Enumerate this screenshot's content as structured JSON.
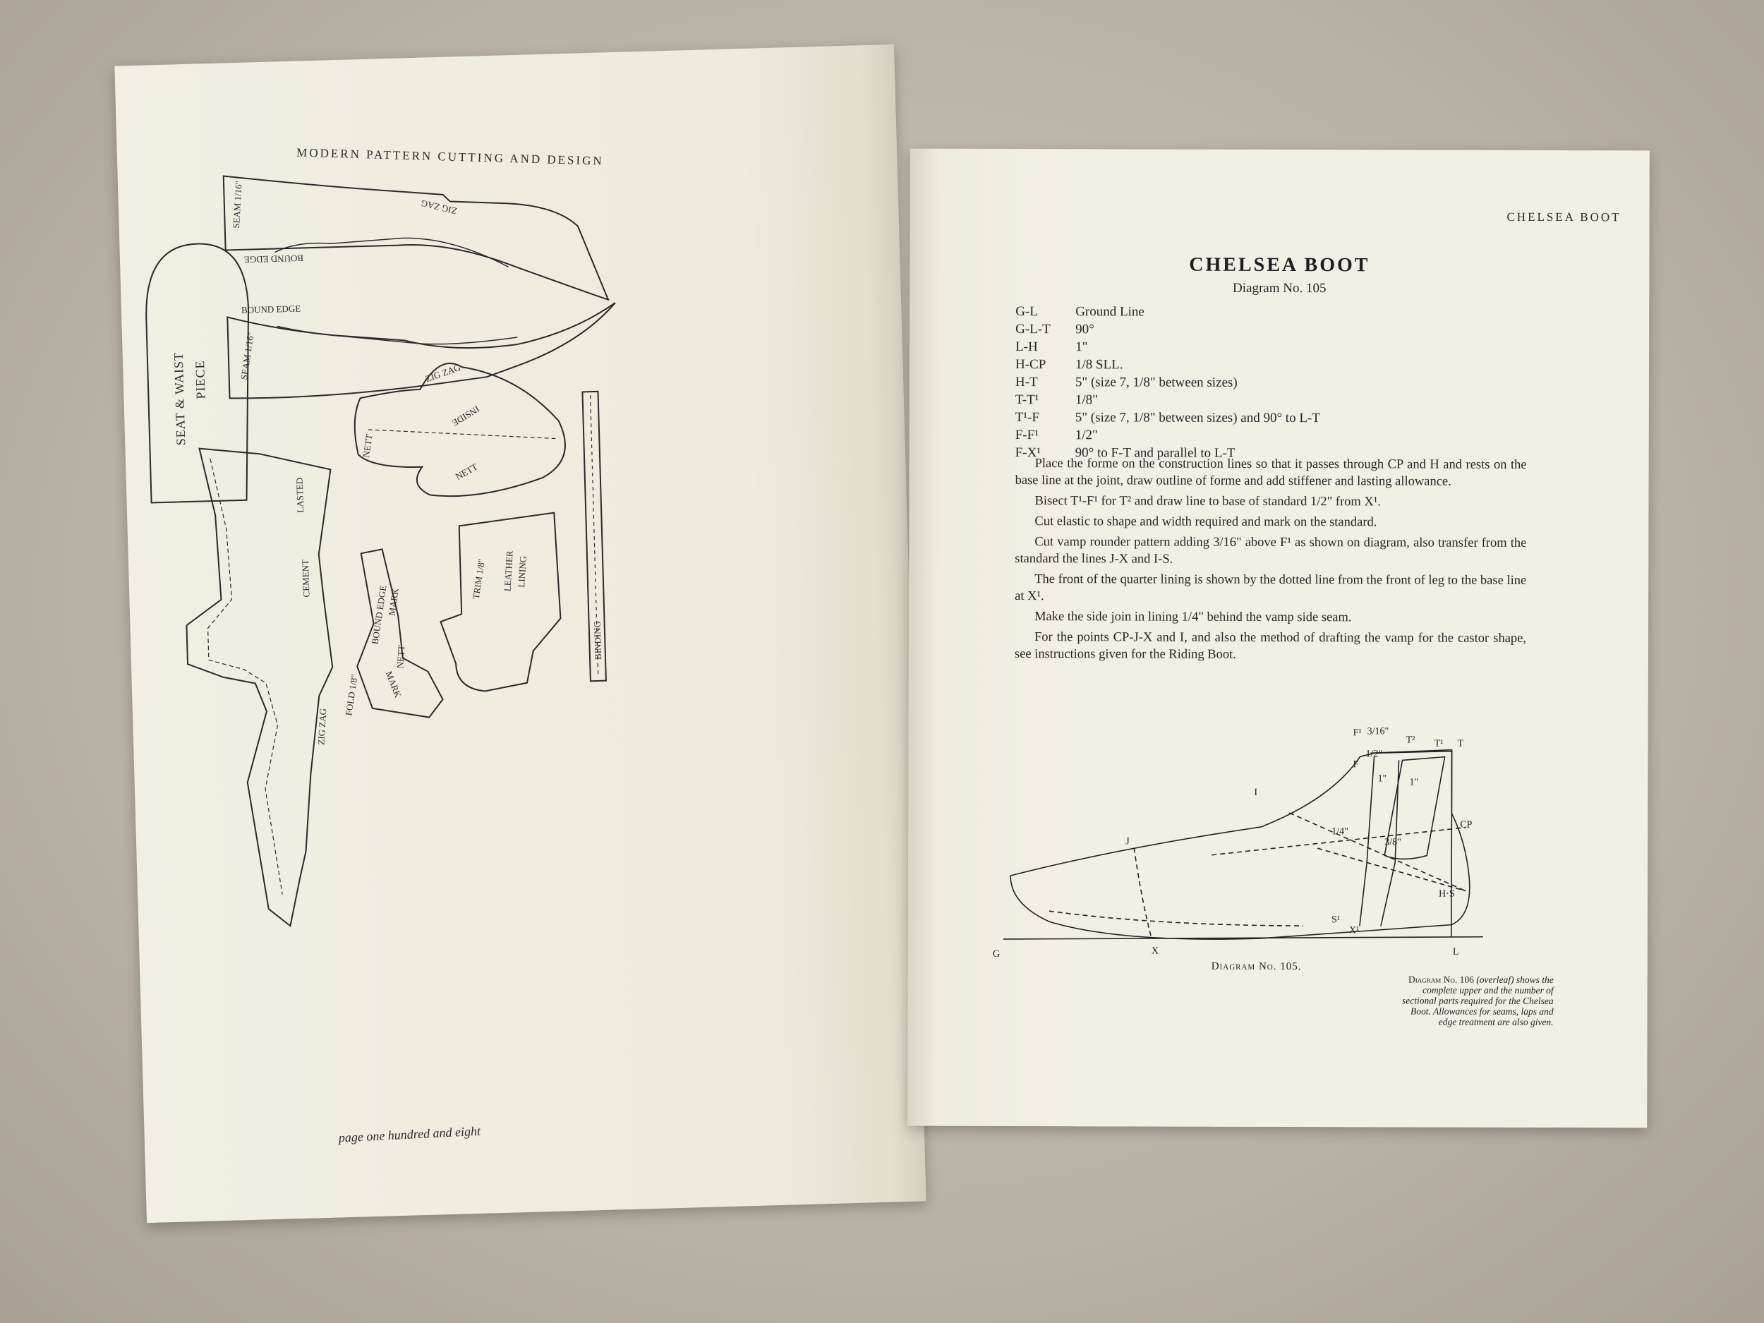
{
  "left_page": {
    "running_head": "MODERN PATTERN CUTTING AND DESIGN",
    "folio": "page one hundred and eight",
    "labels": {
      "seat_waist": "SEAT & WAIST",
      "piece": "PIECE",
      "seam_top": "SEAM 1/16\"",
      "zig_zag_top": "ZIG ZAG",
      "bound_edge_top": "BOUND EDGE",
      "bound_edge_mid": "BOUND EDGE",
      "seam_bottom": "SEAM 1/16\"",
      "zig_zag_mid": "ZIG ZAG",
      "inside": "INSIDE",
      "nett_left": "NETT",
      "nett_bottom": "NETT",
      "lasted": "LASTED",
      "cement": "CEMENT",
      "zig_zag_vamp": "ZIG ZAG",
      "bound_edge_small": "BOUND EDGE",
      "mark_top": "MARK",
      "nett_small": "NETT",
      "mark_bottom": "MARK",
      "fold": "FOLD 1/8\"",
      "trim": "TRIM 1/8\"",
      "leather": "LEATHER",
      "lining": "LINING",
      "binding": "BINDING"
    }
  },
  "right_page": {
    "running_head": "CHELSEA BOOT",
    "title": "CHELSEA BOOT",
    "subtitle": "Diagram No. 105",
    "key": [
      {
        "code": "G-L",
        "desc": "Ground Line"
      },
      {
        "code": "G-L-T",
        "desc": "90°"
      },
      {
        "code": "L-H",
        "desc": "1\""
      },
      {
        "code": "H-CP",
        "desc": "1/8 SLL."
      },
      {
        "code": "H-T",
        "desc": "5\" (size 7, 1/8\" between sizes)"
      },
      {
        "code": "T-T¹",
        "desc": "1/8\""
      },
      {
        "code": "T¹-F",
        "desc": "5\" (size 7, 1/8\" between sizes) and 90° to L-T"
      },
      {
        "code": "F-F¹",
        "desc": "1/2\""
      },
      {
        "code": "F-X¹",
        "desc": "90° to F-T and parallel to L-T"
      }
    ],
    "paragraphs": [
      "Place the forme on the construction lines so that it passes through CP and H and rests on the base line at the joint, draw outline of forme and add stiffener and lasting allowance.",
      "Bisect T¹-F¹ for T² and draw line to base of standard 1/2\" from X¹.",
      "Cut elastic to shape and width required and mark on the standard.",
      "Cut vamp rounder pattern adding 3/16\" above F¹ as shown on diagram, also transfer from the standard the lines J-X and I-S.",
      "The front of the quarter lining is shown by the dotted line from the front of leg to the base line at X¹.",
      "Make the side join in lining 1/4\" behind the vamp side seam.",
      "For the points CP-J-X and I, and also the method of drafting the vamp for the castor shape, see instructions given for the Riding Boot."
    ],
    "diagram_caption": "Diagram No. 105.",
    "diagram_labels": {
      "G": "G",
      "L": "L",
      "X": "X",
      "X1": "X¹",
      "S1": "S¹",
      "J": "J",
      "I": "I",
      "F": "F",
      "F1": "F¹",
      "T": "T",
      "T1": "T¹",
      "T2": "T²",
      "CP": "CP",
      "HS": "H·S",
      "one_a": "1\"",
      "one_b": "1\"",
      "three_sixteenths": "3/16\"",
      "half": "1/2\"",
      "quarter": "1/4\"",
      "three_eighths": "3/8\""
    },
    "side_note_lead": "Diagram No. 106",
    "side_note_rest": "(overleaf) shows the complete upper and the number of sectional parts required for the Chelsea Boot. Allowances for seams, laps and edge treatment are also given."
  }
}
